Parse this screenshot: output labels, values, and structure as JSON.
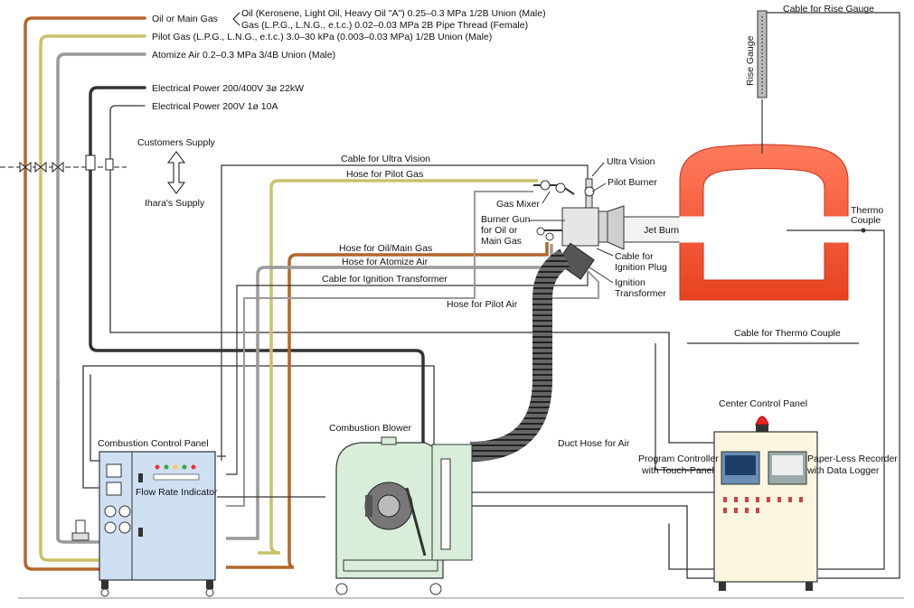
{
  "supply_lines": {
    "oil_prefix": "Oil or Main Gas",
    "oil_option1": "Oil (Kerosene, Light Oil, Heavy Oil \"A\") 0.25–0.3 MPa 1/2B Union (Male)",
    "oil_option2": "Gas (L.P.G., L.N.G., e.t.c.) 0.02–0.03 MPa 2B Pipe Thread (Female)",
    "pilot_gas": "Pilot Gas (L.P.G., L.N.G., e.t.c.) 3.0–30 kPa (0.003–0.03 MPa) 1/2B Union (Male)",
    "atomize_air": "Atomize Air 0.2–0.3 MPa 3/4B Union (Male)",
    "power_3ph": "Electrical Power 200/400V 3ø 22kW",
    "power_1ph": "Electrical Power 200V 1ø 10A"
  },
  "supply_boundary": {
    "customers": "Customers Supply",
    "ihara": "Ihara's Supply"
  },
  "connections": {
    "cable_ultra_vision": "Cable for Ultra Vision",
    "hose_pilot_gas": "Hose for Pilot Gas",
    "hose_oil_main_gas": "Hose for Oil/Main Gas",
    "hose_atomize_air": "Hose for Atomize Air",
    "cable_ignition_transformer": "Cable for Ignition Transformer",
    "hose_pilot_air": "Hose for Pilot Air",
    "cable_thermo_couple": "Cable for Thermo Couple",
    "cable_rise_gauge": "Cable for Rise Gauge",
    "duct_hose_air": "Duct Hose for Air"
  },
  "burner": {
    "ultra_vision": "Ultra Vision",
    "pilot_burner": "Pilot Burner",
    "gas_mixer": "Gas Mixer",
    "burner_gun_l1": "Burner Gun",
    "burner_gun_l2": "for Oil or",
    "burner_gun_l3": "Main Gas",
    "jet_burner": "Jet Burner",
    "cable_ignition_plug_l1": "Cable for",
    "cable_ignition_plug_l2": "Ignition Plug",
    "ignition_transformer_l1": "Ignition",
    "ignition_transformer_l2": "Transformer"
  },
  "furnace": {
    "thermo_couple_l1": "Thermo",
    "thermo_couple_l2": "Couple",
    "rise_gauge": "Rise Gauge"
  },
  "equipment": {
    "combustion_control_panel": "Combustion Control Panel",
    "flow_rate_indicator": "Flow Rate Indicator",
    "combustion_blower": "Combustion Blower",
    "center_control_panel": "Center Control Panel",
    "program_controller_l1": "Program Controller",
    "program_controller_l2": "with Touch-Panel",
    "recorder_l1": "Paper-Less Recorder",
    "recorder_l2": "with Data Logger"
  },
  "colors": {
    "oil_line": "#b5652a",
    "pilot_gas_line": "#d6d07a",
    "air_line": "#9a9a9a",
    "power_line": "#333333",
    "furnace_fire": "#ef5a3a",
    "panel_blue": "#cfe0f3",
    "blower_green": "#d8eedb",
    "control_cream": "#fbf6df"
  }
}
